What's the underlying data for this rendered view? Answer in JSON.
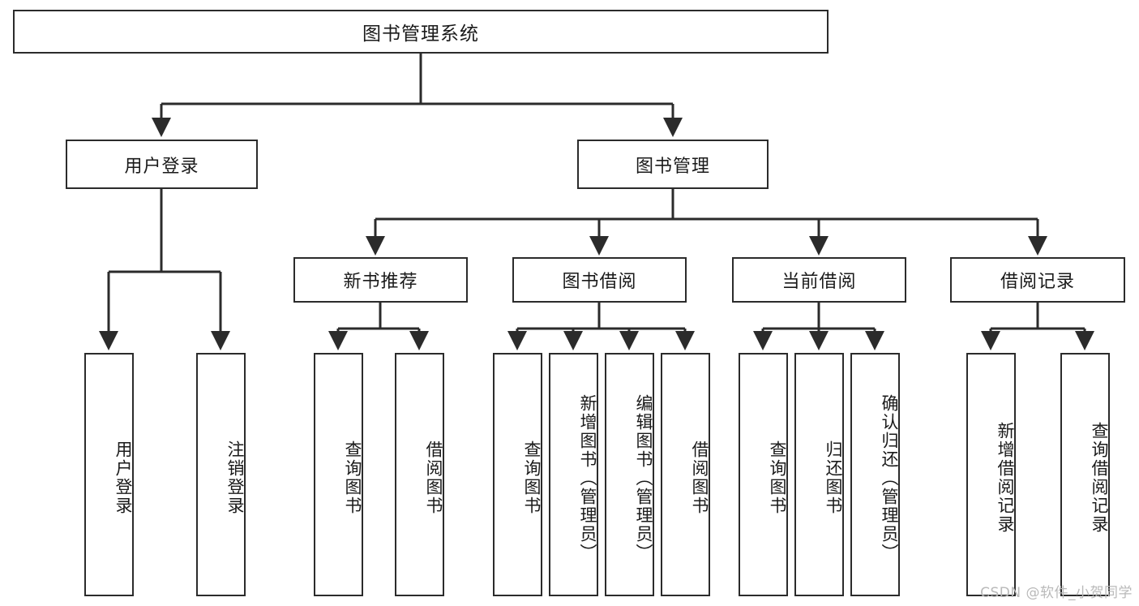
{
  "diagram": {
    "type": "tree-hierarchy-flowchart",
    "root": {
      "id": "root",
      "label": "图书管理系统"
    },
    "level2": [
      {
        "id": "user-login",
        "label": "用户登录"
      },
      {
        "id": "book-management",
        "label": "图书管理"
      }
    ],
    "level3": [
      {
        "id": "new-book-recommend",
        "label": "新书推荐",
        "parent": "book-management"
      },
      {
        "id": "book-borrow",
        "label": "图书借阅",
        "parent": "book-management"
      },
      {
        "id": "current-borrow",
        "label": "当前借阅",
        "parent": "book-management"
      },
      {
        "id": "borrow-record",
        "label": "借阅记录",
        "parent": "book-management"
      }
    ],
    "leaves": {
      "user-login": [
        {
          "id": "leaf-user-login",
          "label": "用户登录"
        },
        {
          "id": "leaf-user-logout",
          "label": "注销登录"
        }
      ],
      "new-book-recommend": [
        {
          "id": "leaf-query-book-1",
          "label": "查询图书"
        },
        {
          "id": "leaf-borrow-book-1",
          "label": "借阅图书"
        }
      ],
      "book-borrow": [
        {
          "id": "leaf-query-book-2",
          "label": "查询图书"
        },
        {
          "id": "leaf-add-book",
          "label": "新增图书（管理员）"
        },
        {
          "id": "leaf-edit-book",
          "label": "编辑图书（管理员）"
        },
        {
          "id": "leaf-borrow-book-2",
          "label": "借阅图书"
        }
      ],
      "current-borrow": [
        {
          "id": "leaf-query-book-3",
          "label": "查询图书"
        },
        {
          "id": "leaf-return-book",
          "label": "归还图书"
        },
        {
          "id": "leaf-confirm-return",
          "label": "确认归还（管理员）"
        }
      ],
      "borrow-record": [
        {
          "id": "leaf-add-record",
          "label": "新增借阅记录"
        },
        {
          "id": "leaf-query-record",
          "label": "查询借阅记录"
        }
      ]
    }
  },
  "watermark": {
    "text": "CSDN @软件_小贺同学"
  },
  "colors": {
    "stroke": "#2b2b2b",
    "fill": "#ffffff",
    "text": "#1a1a1a",
    "watermark": "#b9b9b9"
  }
}
